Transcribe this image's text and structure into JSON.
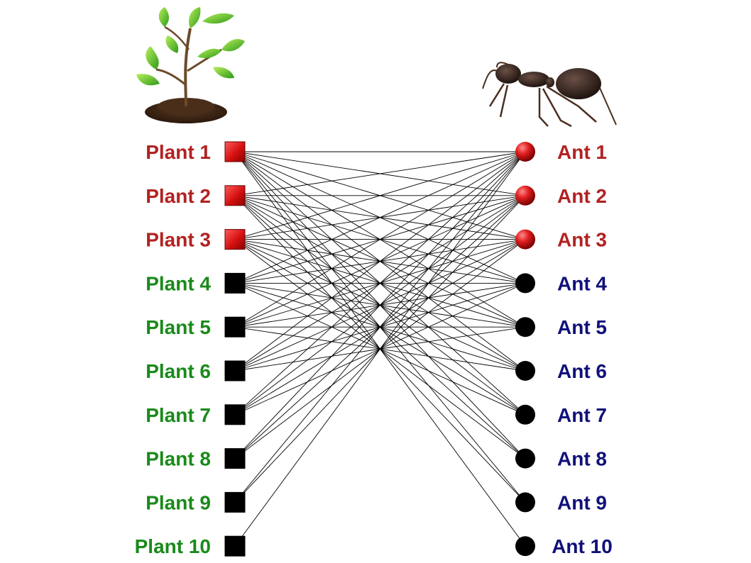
{
  "plants": [
    {
      "label": "Plant 1",
      "highlighted": true
    },
    {
      "label": "Plant 2",
      "highlighted": true
    },
    {
      "label": "Plant 3",
      "highlighted": true
    },
    {
      "label": "Plant 4",
      "highlighted": false
    },
    {
      "label": "Plant 5",
      "highlighted": false
    },
    {
      "label": "Plant 6",
      "highlighted": false
    },
    {
      "label": "Plant 7",
      "highlighted": false
    },
    {
      "label": "Plant 8",
      "highlighted": false
    },
    {
      "label": "Plant 9",
      "highlighted": false
    },
    {
      "label": "Plant 10",
      "highlighted": false
    }
  ],
  "ants": [
    {
      "label": "Ant 1",
      "highlighted": true
    },
    {
      "label": "Ant 2",
      "highlighted": true
    },
    {
      "label": "Ant 3",
      "highlighted": true
    },
    {
      "label": "Ant 4",
      "highlighted": false
    },
    {
      "label": "Ant 5",
      "highlighted": false
    },
    {
      "label": "Ant 6",
      "highlighted": false
    },
    {
      "label": "Ant 7",
      "highlighted": false
    },
    {
      "label": "Ant 8",
      "highlighted": false
    },
    {
      "label": "Ant 9",
      "highlighted": false
    },
    {
      "label": "Ant 10",
      "highlighted": false
    }
  ],
  "links": [
    [
      1,
      1
    ],
    [
      1,
      2
    ],
    [
      1,
      3
    ],
    [
      1,
      4
    ],
    [
      1,
      5
    ],
    [
      1,
      6
    ],
    [
      1,
      7
    ],
    [
      1,
      8
    ],
    [
      1,
      9
    ],
    [
      1,
      10
    ],
    [
      2,
      1
    ],
    [
      2,
      2
    ],
    [
      2,
      3
    ],
    [
      2,
      4
    ],
    [
      2,
      5
    ],
    [
      2,
      6
    ],
    [
      2,
      7
    ],
    [
      2,
      8
    ],
    [
      2,
      9
    ],
    [
      3,
      1
    ],
    [
      3,
      2
    ],
    [
      3,
      3
    ],
    [
      3,
      4
    ],
    [
      3,
      5
    ],
    [
      3,
      6
    ],
    [
      3,
      7
    ],
    [
      3,
      8
    ],
    [
      4,
      1
    ],
    [
      4,
      2
    ],
    [
      4,
      3
    ],
    [
      4,
      4
    ],
    [
      4,
      5
    ],
    [
      4,
      6
    ],
    [
      4,
      7
    ],
    [
      5,
      1
    ],
    [
      5,
      2
    ],
    [
      5,
      3
    ],
    [
      5,
      4
    ],
    [
      5,
      5
    ],
    [
      5,
      6
    ],
    [
      6,
      1
    ],
    [
      6,
      2
    ],
    [
      6,
      3
    ],
    [
      6,
      4
    ],
    [
      6,
      5
    ],
    [
      7,
      1
    ],
    [
      7,
      2
    ],
    [
      7,
      3
    ],
    [
      7,
      4
    ],
    [
      8,
      1
    ],
    [
      8,
      2
    ],
    [
      8,
      3
    ],
    [
      9,
      1
    ],
    [
      9,
      2
    ],
    [
      10,
      1
    ]
  ],
  "colors": {
    "highlight_node": "#c41a1a",
    "highlight_label": "#b22222",
    "plant_label": "#1a8a1a",
    "ant_label": "#10107a",
    "node": "#000000",
    "edge": "#000000"
  },
  "icons": {
    "plant": "seedling-icon",
    "ant": "ant-icon"
  }
}
